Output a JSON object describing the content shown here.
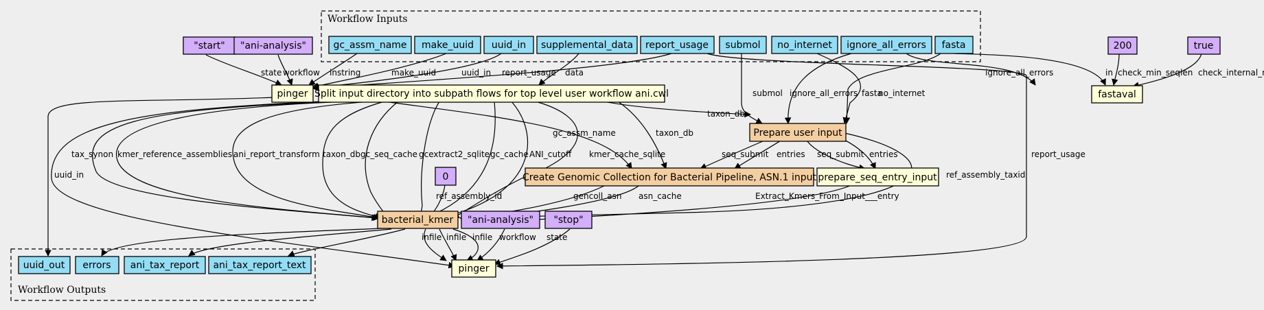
{
  "colors": {
    "background": "#eeeeee",
    "input": "#94ddf4",
    "constant": "#d3aef9",
    "step": "#ffffd8",
    "subworkflow": "#f3cea1"
  },
  "clusters": {
    "inputs_title": "Workflow Inputs",
    "outputs_title": "Workflow Outputs"
  },
  "nodes": {
    "start": "\"start\"",
    "ani_analysis_top": "\"ani-analysis\"",
    "gc_assm_name": "gc_assm_name",
    "make_uuid": "make_uuid",
    "uuid_in": "uuid_in",
    "supplemental_data": "supplemental_data",
    "report_usage": "report_usage",
    "submol": "submol",
    "no_internet": "no_internet",
    "ignore_all_errors": "ignore_all_errors",
    "fasta": "fasta",
    "const_200": "200",
    "const_true": "true",
    "pinger_top": "pinger",
    "split_input": "Split input directory into subpath flows for top level user workflow ani.cwl",
    "fastaval": "fastaval",
    "prepare_user_input": "Prepare user input",
    "const_0": "0",
    "create_genomic": "Create Genomic Collection for Bacterial Pipeline, ASN.1 input",
    "prepare_seq_entry": "prepare_seq_entry_input",
    "bacterial_kmer": "bacterial_kmer",
    "ani_analysis_bottom": "\"ani-analysis\"",
    "stop": "\"stop\"",
    "uuid_out": "uuid_out",
    "errors": "errors",
    "ani_tax_report": "ani_tax_report",
    "ani_tax_report_text": "ani_tax_report_text",
    "pinger_bottom": "pinger"
  },
  "edge_labels": {
    "state_top": "state",
    "workflow_top": "workflow",
    "instring": "instring",
    "make_uuid": "make_uuid",
    "uuid_in": "uuid_in",
    "report_usage_top": "report_usage",
    "data": "data",
    "submol": "submol",
    "ignore_all_errors_pui": "ignore_all_errors",
    "fasta_pui": "fasta",
    "no_internet": "no_internet",
    "ignore_all_errors_fv": "ignore_all_errors",
    "in": "in",
    "check_min_seqlen": "check_min_seqlen",
    "check_internal_ns": "check_internal_ns",
    "taxon_db_pui": "taxon_db",
    "gc_assm_name": "gc_assm_name",
    "taxon_db_cgc": "taxon_db",
    "report_usage_bottom": "report_usage",
    "uuid_in_bottom": "uuid_in",
    "tax_synon": "tax_synon",
    "kmer_reference_assemblies": "kmer_reference_assemblies",
    "ani_report_transform": "ani_report_transform",
    "taxon_db_bk": "taxon_db",
    "gc_seq_cache": "gc_seq_cache",
    "gcextract2_sqlite": "gcextract2_sqlite",
    "gc_cache": "gc_cache",
    "ani_cutoff": "ANI_cutoff",
    "kmer_cache_sqlite": "kmer_cache_sqlite",
    "seq_submit_cgc": "seq_submit",
    "entries_cgc": "entries",
    "seq_submit_pse": "seq_submit",
    "entries_pse": "entries",
    "ref_assembly_taxid": "ref_assembly_taxid",
    "ref_assembly_id": "ref_assembly_id",
    "gencoll_asn": "gencoll_asn",
    "asn_cache": "asn_cache",
    "extract_kmers": "Extract_Kmers_From_Input___entry",
    "infile_1": "infile",
    "infile_2": "infile",
    "infile_3": "infile",
    "workflow_bottom": "workflow",
    "state_bottom": "state"
  }
}
